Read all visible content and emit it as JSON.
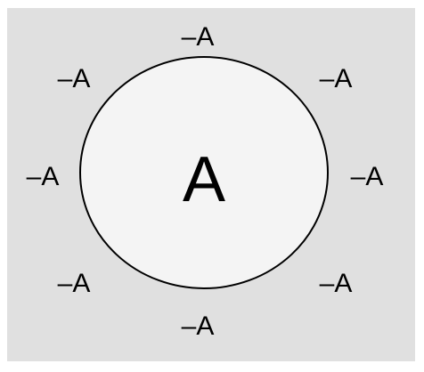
{
  "colors": {
    "page_background": "#ffffff",
    "universe_fill": "#e0e0e0",
    "set_fill": "#f4f4f4",
    "outline": "#000000",
    "text": "#000000"
  },
  "set": {
    "label": "A"
  },
  "complement": {
    "labels": {
      "top": "–A",
      "top_left": "–A",
      "top_right": "–A",
      "left": "–A",
      "right": "–A",
      "bottom_left": "–A",
      "bottom_right": "–A",
      "bottom": "–A"
    }
  }
}
